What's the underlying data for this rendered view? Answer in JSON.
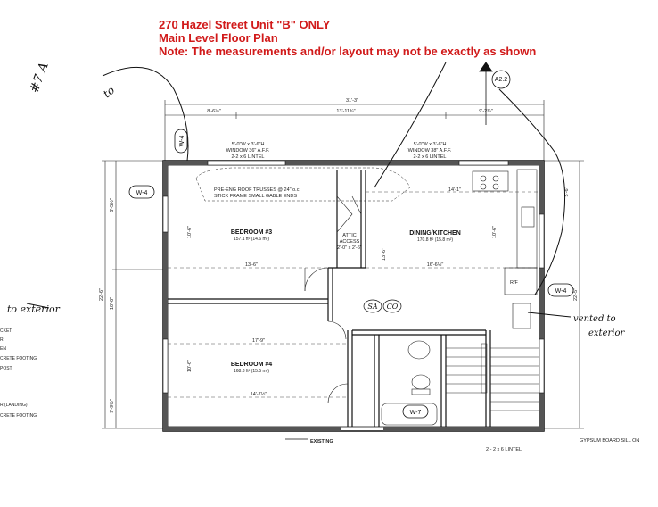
{
  "header": {
    "line1": "270 Hazel Street Unit \"B\" ONLY",
    "line2": "Main Level Floor Plan",
    "line3": "Note: The measurements and/or layout may not be exactly as shown"
  },
  "rooms": {
    "bedroom3_name": "BEDROOM #3",
    "bedroom3_area": "157.1 ft² (14.6 m²)",
    "bedroom4_name": "BEDROOM #4",
    "bedroom4_area": "168.8 ft² (15.5 m²)",
    "dining_name": "DINING/KITCHEN",
    "dining_area": "170.8 ft² (15.8 m²)"
  },
  "tags": {
    "a22": "A2.2",
    "w4_top": "W-4",
    "w4_left": "W-4",
    "w4_right": "W-4",
    "w7": "W-7"
  },
  "notes": {
    "window_left_top": "5'-0\"W x 3'-6\"H",
    "window_left_sub": "WINDOW 36\" A.F.F.",
    "window_left_lintel": "2-2 x 6 LINTEL",
    "window_right_top": "5'-0\"W x 3'-6\"H",
    "window_right_sub": "WINDOW 38\" A.F.F.",
    "window_right_lintel": "2-2 x 6 LINTEL",
    "truss_line1": "PRE-ENG ROOF TRUSSES @ 24\" o.c.",
    "truss_line2": "STICK FRAME SMALL GABLE ENDS",
    "attic_line1": "ATTIC",
    "attic_line2": "ACCESS",
    "attic_line3": "2'-0\" x 2'-6\"",
    "existing": "EXISTING",
    "gypsum": "GYPSUM BOARD SILL ON",
    "lintel_bottom": "2 - 2 x 6 LINTEL",
    "rf": "R/F",
    "sa": "SA",
    "co": "CO"
  },
  "dimensions": {
    "overall_width": "31'-3\"",
    "left_seg": "8'-6½\"",
    "middle_seg": "13'-11¾\"",
    "right_seg": "9'-2¾\"",
    "interior_top": "14'-1\"",
    "bed3_width": "13'-6\"",
    "dining_width": "16'-6½\"",
    "bed4_width": "17'-9\"",
    "bed4_lower": "14'-7½\"",
    "left_upper": "6'-5½\"",
    "left_total": "22'-6\"",
    "left_sub": "10'-6\"",
    "left_lower": "9'-9½\"",
    "right_total": "22'-5\"",
    "right_upper": "5'-6\"",
    "bed3_height": "10'-6\"",
    "bed4_height": "10'-6\"",
    "dining_height": "13'-6\"",
    "kitchen_h": "10'-6\""
  },
  "handwriting": {
    "to_exterior_left": "to exterior",
    "vented_to": "vented to",
    "exterior_right": "exterior",
    "scribble_top_left": "#7 A",
    "scribble_to": "to"
  },
  "legend": {
    "items": [
      "CKET,",
      "R",
      "EN",
      "CRETE FOOTING",
      "POST",
      "R (LANDING)",
      "CRETE FOOTING"
    ]
  }
}
